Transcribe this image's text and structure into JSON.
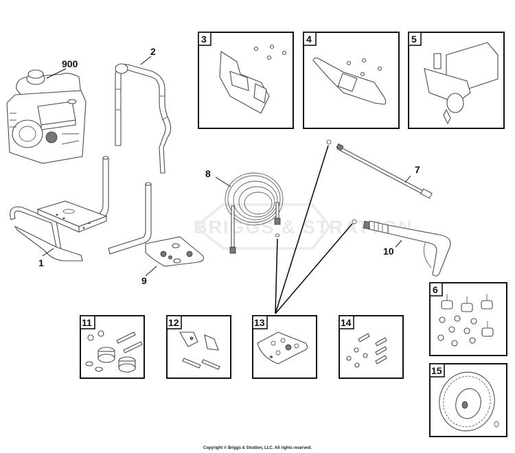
{
  "diagram": {
    "type": "exploded-parts-diagram",
    "watermark": "BRIGGS & STRATTON",
    "callouts": [
      {
        "id": "1",
        "label": "1",
        "part": "frame-base"
      },
      {
        "id": "2",
        "label": "2",
        "part": "handle"
      },
      {
        "id": "7",
        "label": "7",
        "part": "spray-wand"
      },
      {
        "id": "8",
        "label": "8",
        "part": "high-pressure-hose"
      },
      {
        "id": "9",
        "label": "9",
        "part": "nozzle-set"
      },
      {
        "id": "10",
        "label": "10",
        "part": "spray-gun"
      },
      {
        "id": "900",
        "label": "900",
        "part": "engine"
      }
    ],
    "kit_boxes": [
      {
        "id": "3",
        "label": "3",
        "part": "pump-mount-bracket-kit"
      },
      {
        "id": "4",
        "label": "4",
        "part": "hose-hook-bracket-kit"
      },
      {
        "id": "5",
        "label": "5",
        "part": "pump-assembly"
      },
      {
        "id": "6",
        "label": "6",
        "part": "vibration-mount-kit"
      },
      {
        "id": "11",
        "label": "11",
        "part": "engine-mount-hardware-kit"
      },
      {
        "id": "12",
        "label": "12",
        "part": "handle-knob-kit"
      },
      {
        "id": "13",
        "label": "13",
        "part": "o-ring-kit"
      },
      {
        "id": "14",
        "label": "14",
        "part": "screw-washer-kit"
      },
      {
        "id": "15",
        "label": "15",
        "part": "wheel-kit"
      }
    ]
  },
  "footer": {
    "copyright": "Copyright © Briggs & Stratton, LLC. All rights reserved."
  }
}
